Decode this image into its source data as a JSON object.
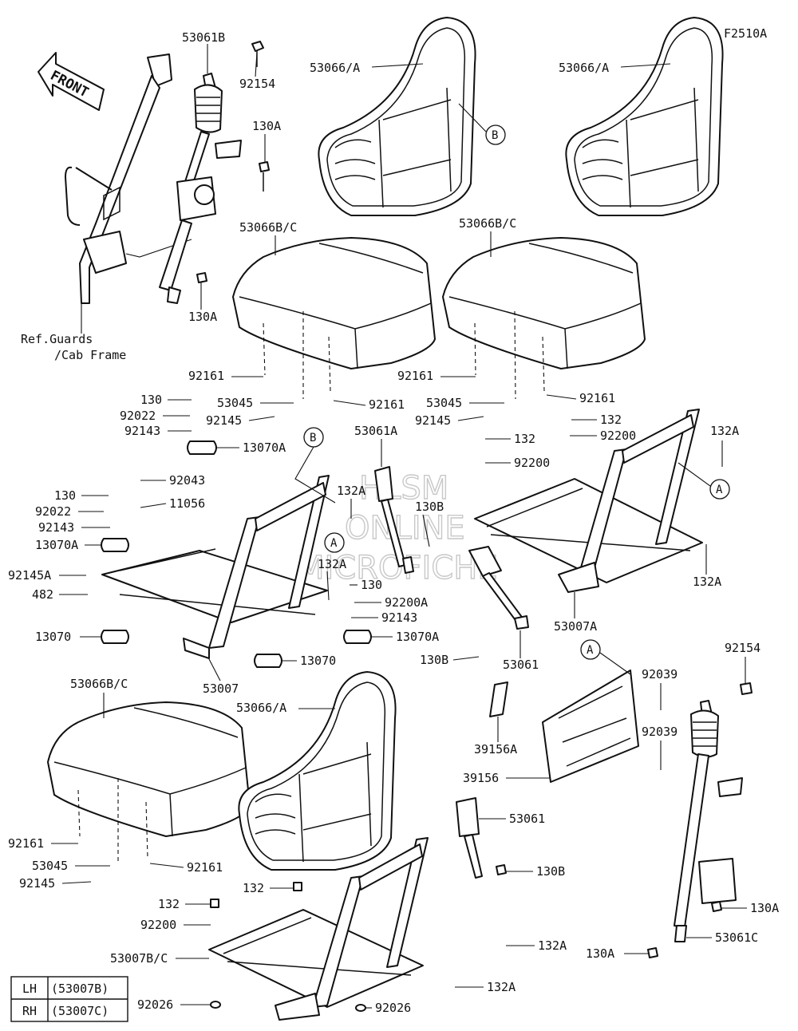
{
  "diagram_code": "F2510A",
  "front_arrow": "FRONT",
  "reference_note": [
    "Ref.Guards",
    "/Cab Frame"
  ],
  "watermark": [
    "HLSM",
    "ONLINE",
    "MICROFICHE"
  ],
  "callouts": {
    "A": "A",
    "B": "B"
  },
  "labels": {
    "p53061B": "53061B",
    "p92154_top": "92154",
    "p130A_top": "130A",
    "p130A_mid": "130A",
    "p53066A_1": "53066/A",
    "p53066A_2": "53066/A",
    "p53066A_3": "53066/A",
    "p53066BC_1": "53066B/C",
    "p53066BC_2": "53066B/C",
    "p53066BC_3": "53066B/C",
    "p92161_1": "92161",
    "p92161_2": "92161",
    "p92161_3": "92161",
    "p92161_4": "92161",
    "p92161_5": "92161",
    "p92161_6": "92161",
    "p130_1": "130",
    "p92022_1": "92022",
    "p92143_1": "92143",
    "p13070A_1": "13070A",
    "p53045_1": "53045",
    "p92145_1": "92145",
    "p53045_2": "53045",
    "p92145_2": "92145",
    "p53045_3": "53045",
    "p92145_3": "92145",
    "p130_2": "130",
    "p92043": "92043",
    "p92022_2": "92022",
    "p11056": "11056",
    "p92143_2": "92143",
    "p13070A_2": "13070A",
    "p92145A": "92145A",
    "p482": "482",
    "p13070_1": "13070",
    "p13070_2": "13070",
    "p53007": "53007",
    "p53061A": "53061A",
    "p132A_1": "132A",
    "p130B_1": "130B",
    "p132A_2": "132A",
    "p130_3": "130",
    "p92200A": "92200A",
    "p92143_3": "92143",
    "p13070A_3": "13070A",
    "p132_1": "132",
    "p92200_1": "92200",
    "p132_2": "132",
    "p92200_2": "92200",
    "p132A_3": "132A",
    "p132A_4": "132A",
    "p53007A": "53007A",
    "p130B_2": "130B",
    "p53061_1": "53061",
    "p92039_1": "92039",
    "p92039_2": "92039",
    "p39156A": "39156A",
    "p39156": "39156",
    "p92154_right": "92154",
    "p53061_2": "53061",
    "p130B_3": "130B",
    "p130A_right": "130A",
    "p53061C": "53061C",
    "p130A_bottom": "130A",
    "p132_3": "132",
    "p132_4": "132",
    "p92200_3": "92200",
    "p53007BC": "53007B/C",
    "p132A_5": "132A",
    "p132A_6": "132A",
    "p92026_1": "92026",
    "p92026_2": "92026"
  },
  "variant_table": {
    "rows": [
      {
        "side": "LH",
        "part": "(53007B)"
      },
      {
        "side": "RH",
        "part": "(53007C)"
      }
    ]
  }
}
